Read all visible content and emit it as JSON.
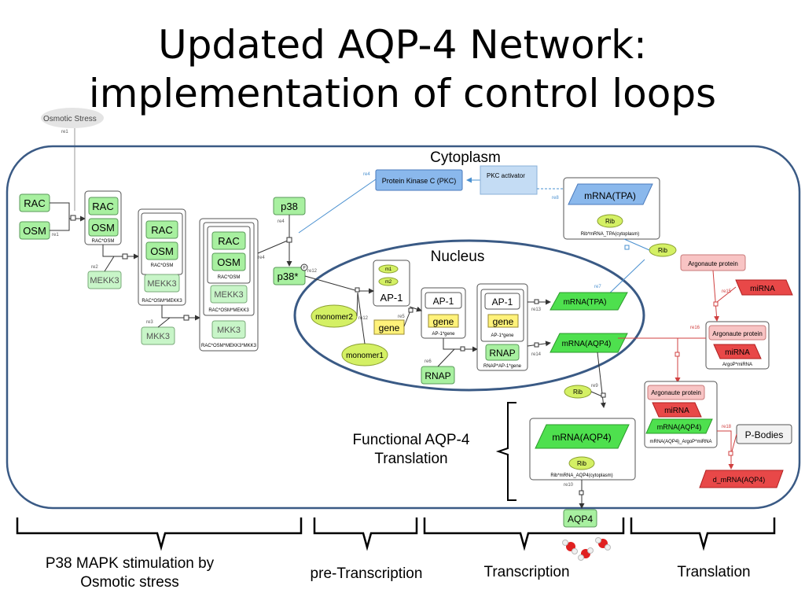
{
  "title": {
    "line1": "Updated AQP-4 Network:",
    "line2": "implementation of control loops"
  },
  "compartments": {
    "cytoplasm": "Cytoplasm",
    "nucleus": "Nucleus"
  },
  "nodes": {
    "osmotic_stress": "Osmotic Stress",
    "rac": "RAC",
    "osm": "OSM",
    "mekk3": "MEKK3",
    "mkk3": "MKK3",
    "rac_osm": "RAC*OSM",
    "rac_osm_mekk3": "RAC*OSM*MEKK3",
    "rac_osm_mekk3_mkk3": "RAC*OSM*MEKK3*MKK3",
    "p38": "p38",
    "p38_star": "p38*",
    "pkc": "Protein Kinase C (PKC)",
    "pkc_activator": "PKC activator",
    "mrna_tpa": "mRNA(TPA)",
    "rib": "Rib",
    "rib_mrna_tpa": "Rib*mRNA_TPA(cytoplasm)",
    "m1": "m1",
    "m2": "m2",
    "ap1": "AP-1",
    "gene": "gene",
    "ap1_gene": "AP-1*gene",
    "monomer1": "monomer1",
    "monomer2": "monomer2",
    "rnap": "RNAP",
    "rnap_ap1_gene": "RNAP*AP-1*gene",
    "mrna_aqp4": "mRNA(AQP4)",
    "rib_mrna_aqp4": "Rib*mRNA_AQP4(cytoplasm)",
    "aqp4": "AQP4",
    "argonaute": "Argonaute protein",
    "mirna": "miRNA",
    "argo_mirna": "ArgoP*miRNA",
    "mrna_aqp4_argo_mirna": "mRNA(AQP4)_ArgoP*miRNA",
    "p_bodies": "P-Bodies",
    "d_mrna_aqp4": "d_mRNA(AQP4)"
  },
  "reactions": {
    "re1": "re1",
    "re2": "re2",
    "re3": "re3",
    "re4": "re4",
    "re5": "re5",
    "re6": "re6",
    "re7": "re7",
    "re8": "re8",
    "re9": "re9",
    "re10": "re10",
    "re12": "re12",
    "re13": "re13",
    "re14": "re14",
    "re15": "re15",
    "re16": "re16",
    "re18": "re18",
    "p": "P"
  },
  "annotations": {
    "functional_line1": "Functional AQP-4",
    "functional_line2": "Translation"
  },
  "stages": [
    {
      "line1": "P38 MAPK stimulation by",
      "line2": "Osmotic stress"
    },
    {
      "line1": "pre-Transcription"
    },
    {
      "line1": "Transcription"
    },
    {
      "line1": "Translation"
    }
  ],
  "colors": {
    "cytoplasm_border": "#3a5a85",
    "green_node": "#a8f0a0",
    "green_bright": "#4ee04e",
    "pkc_blue": "#8ab8ec",
    "red": "#e84848",
    "pink": "#f8c4c4"
  }
}
